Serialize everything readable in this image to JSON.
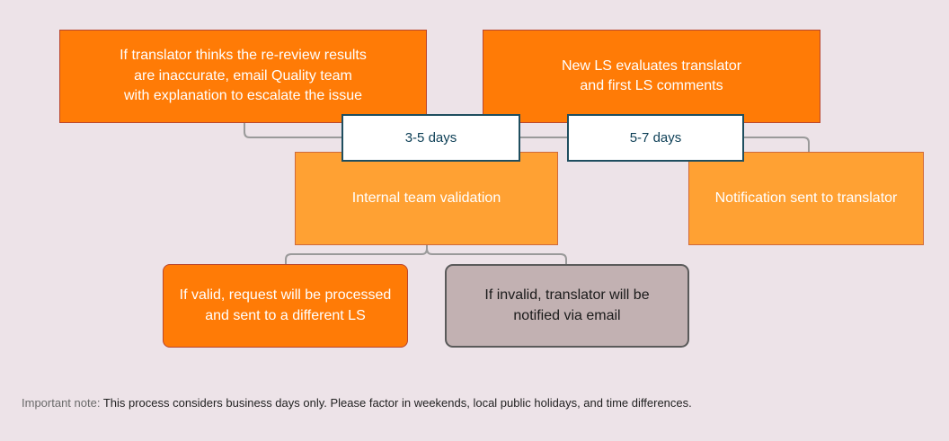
{
  "steps": {
    "escalate": "If translator thinks the re-review results\nare inaccurate, email Quality team\nwith explanation to escalate the issue",
    "new_ls": "New LS evaluates translator\nand first LS comments",
    "internal_validation": "Internal team validation",
    "notification": "Notification sent to translator",
    "valid": "If valid, request will be processed\nand sent to a different LS",
    "invalid": "If invalid,  translator will be\nnotified via email"
  },
  "durations": {
    "first": "3-5 days",
    "second": "5-7 days"
  },
  "note": {
    "label": "Important note:",
    "text": " This process considers business days only. Please factor in weekends, local public holidays, and time differences."
  },
  "colors": {
    "dark_orange": "#ff7b06",
    "light_orange": "#ffa133",
    "gray_box": "#c2b1b2",
    "duration_text": "#0c3e55",
    "background": "#ede3e8"
  }
}
